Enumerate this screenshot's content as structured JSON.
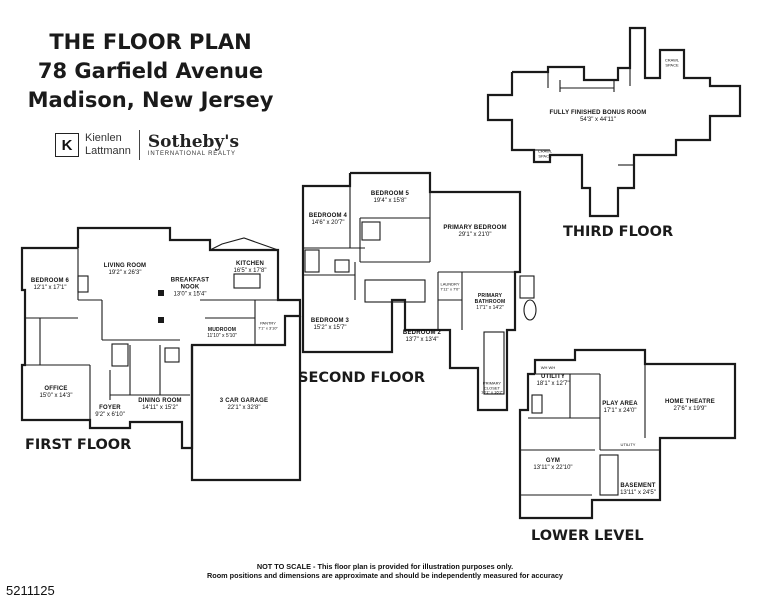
{
  "header": {
    "title_line1": "THE FLOOR PLAN",
    "title_line2": "78 Garfield Avenue",
    "title_line3": "Madison, New Jersey"
  },
  "brand": {
    "logo_glyph": "K",
    "name_line1": "Kienlen",
    "name_line2": "Lattmann",
    "partner": "Sotheby's",
    "partner_sub": "INTERNATIONAL REALTY"
  },
  "floors": {
    "first": "FIRST FLOOR",
    "second": "SECOND FLOOR",
    "third": "THIRD FLOOR",
    "lower": "LOWER LEVEL"
  },
  "rooms": {
    "living_room": {
      "name": "LIVING ROOM",
      "dim": "19'2\" x 26'3\""
    },
    "breakfast_nook": {
      "name": "BREAKFAST",
      "name2": "NOOK",
      "dim": "13'0\" x 15'4\""
    },
    "kitchen": {
      "name": "KITCHEN",
      "dim": "16'5\" x 17'8\""
    },
    "bedroom6": {
      "name": "BEDROOM 6",
      "dim": "12'1\" x 17'1\""
    },
    "mudroom": {
      "name": "MUDROOM",
      "dim": "11'10\" x 5'10\""
    },
    "pantry": {
      "name": "PANTRY",
      "dim": "7'1\" x 3'10\""
    },
    "office": {
      "name": "OFFICE",
      "dim": "15'0\" x 14'3\""
    },
    "foyer": {
      "name": "FOYER",
      "dim": "9'2\" x 6'10\""
    },
    "dining_room": {
      "name": "DINING ROOM",
      "dim": "14'11\" x 15'2\""
    },
    "garage": {
      "name": "3 CAR GARAGE",
      "dim": "22'1\" x 32'8\""
    },
    "bedroom5": {
      "name": "BEDROOM 5",
      "dim": "19'4\" x 15'8\""
    },
    "bedroom4": {
      "name": "BEDROOM 4",
      "dim": "14'6\" x 20'7\""
    },
    "primary_bedroom": {
      "name": "PRIMARY BEDROOM",
      "dim": "29'1\" x 21'0\""
    },
    "laundry": {
      "name": "LAUNDRY",
      "dim": "7'11\" x 7'0\""
    },
    "primary_bathroom": {
      "name": "PRIMARY",
      "name2": "BATHROOM",
      "dim": "17'1\" x 14'2\""
    },
    "bedroom3": {
      "name": "BEDROOM 3",
      "dim": "15'2\" x 15'7\""
    },
    "bedroom2": {
      "name": "BEDROOM 2",
      "dim": "13'7\" x 13'4\""
    },
    "primary_closet": {
      "name": "PRIMARY",
      "name2": "CLOSET",
      "dim": "10'1\" x 16'2\""
    },
    "bonus_room": {
      "name": "FULLY FINISHED BONUS ROOM",
      "dim": "54'3\" x 44'11\""
    },
    "crawl_space": {
      "name": "CRAWL",
      "name2": "SPACE"
    },
    "utility_lower": {
      "name": "UTILITY",
      "dim": "18'1\" x 12'7\""
    },
    "wh_wh": {
      "name": "WH WH"
    },
    "play_area": {
      "name": "PLAY AREA",
      "dim": "17'1\" x 24'0\""
    },
    "home_theatre": {
      "name": "HOME THEATRE",
      "dim": "27'6\" x 19'9\""
    },
    "utility_small": {
      "name": "UTILITY"
    },
    "gym": {
      "name": "GYM",
      "dim": "13'11\" x 22'10\""
    },
    "basement": {
      "name": "BASEMENT",
      "dim": "13'11\" x 24'5\""
    }
  },
  "footer": {
    "note_line1": "NOT TO SCALE - This floor plan is provided for illustration purposes only.",
    "note_line2": "Room positions and dimensions are approximate and should be independently measured for accuracy",
    "listing_id": "5211125"
  }
}
